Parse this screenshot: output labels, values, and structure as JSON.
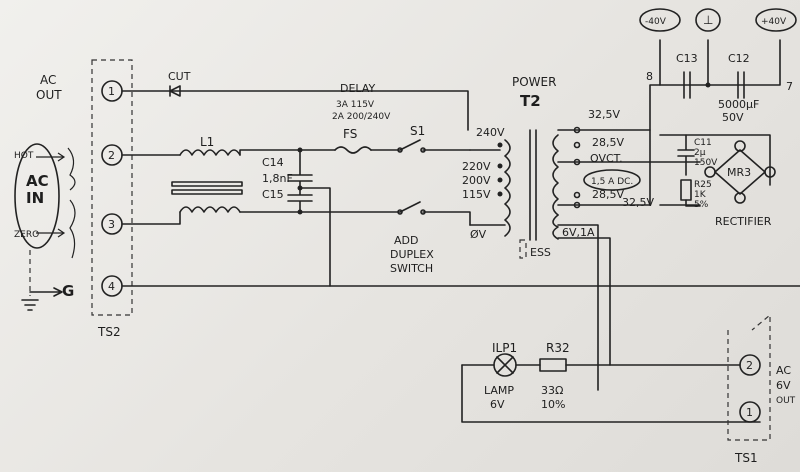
{
  "blocks": {
    "ac_out_title": [
      "AC",
      "OUT"
    ],
    "ts2": "TS2",
    "ts1": "TS1",
    "ac_in": [
      "AC",
      "IN"
    ],
    "hot": "HOT",
    "zero": "ZERO",
    "ground": "G",
    "cut": "CUT",
    "l1": "L1",
    "c14": "C14",
    "c14_value": "1,8nF",
    "c15": "C15",
    "fs": "FS",
    "s1": "S1",
    "delay": [
      "DELAY",
      "3A 115V",
      "2A 200/240V"
    ],
    "add_switch": [
      "ADD",
      "DUPLEX",
      "SWITCH"
    ],
    "power_t2": [
      "POWER",
      "T2"
    ],
    "taps_primary": [
      "240V",
      "220V",
      "200V",
      "115V",
      "ØV"
    ],
    "ess": "ESS",
    "taps_secondary": [
      "32,5V",
      "28,5V",
      "OVCT.",
      "28,5V",
      "32,5V",
      "6V,1A"
    ],
    "dc_note": "1,5 A DC.",
    "c11": [
      "C11",
      "2μ",
      "150V"
    ],
    "r25": [
      "R25",
      "1K",
      "5%"
    ],
    "mr3": "MR3",
    "rectifier": "RECTIFIER",
    "c13": "C13",
    "c12": "C12",
    "c12_value": [
      "5000μF",
      "50V"
    ],
    "node_8": "8",
    "node_7": "7",
    "rail_m40": "-40V",
    "rail_gnd": "⊥",
    "rail_p40": "+40V",
    "ilp1": "ILP1",
    "lamp": [
      "LAMP",
      "6V"
    ],
    "r32": "R32",
    "r32_value": [
      "33Ω",
      "10%"
    ],
    "ac_6v_out": [
      "AC",
      "6V",
      "OUT"
    ],
    "ts2_terminals": [
      "1",
      "2",
      "3",
      "4"
    ],
    "ts1_terminals": [
      "2",
      "1"
    ]
  }
}
